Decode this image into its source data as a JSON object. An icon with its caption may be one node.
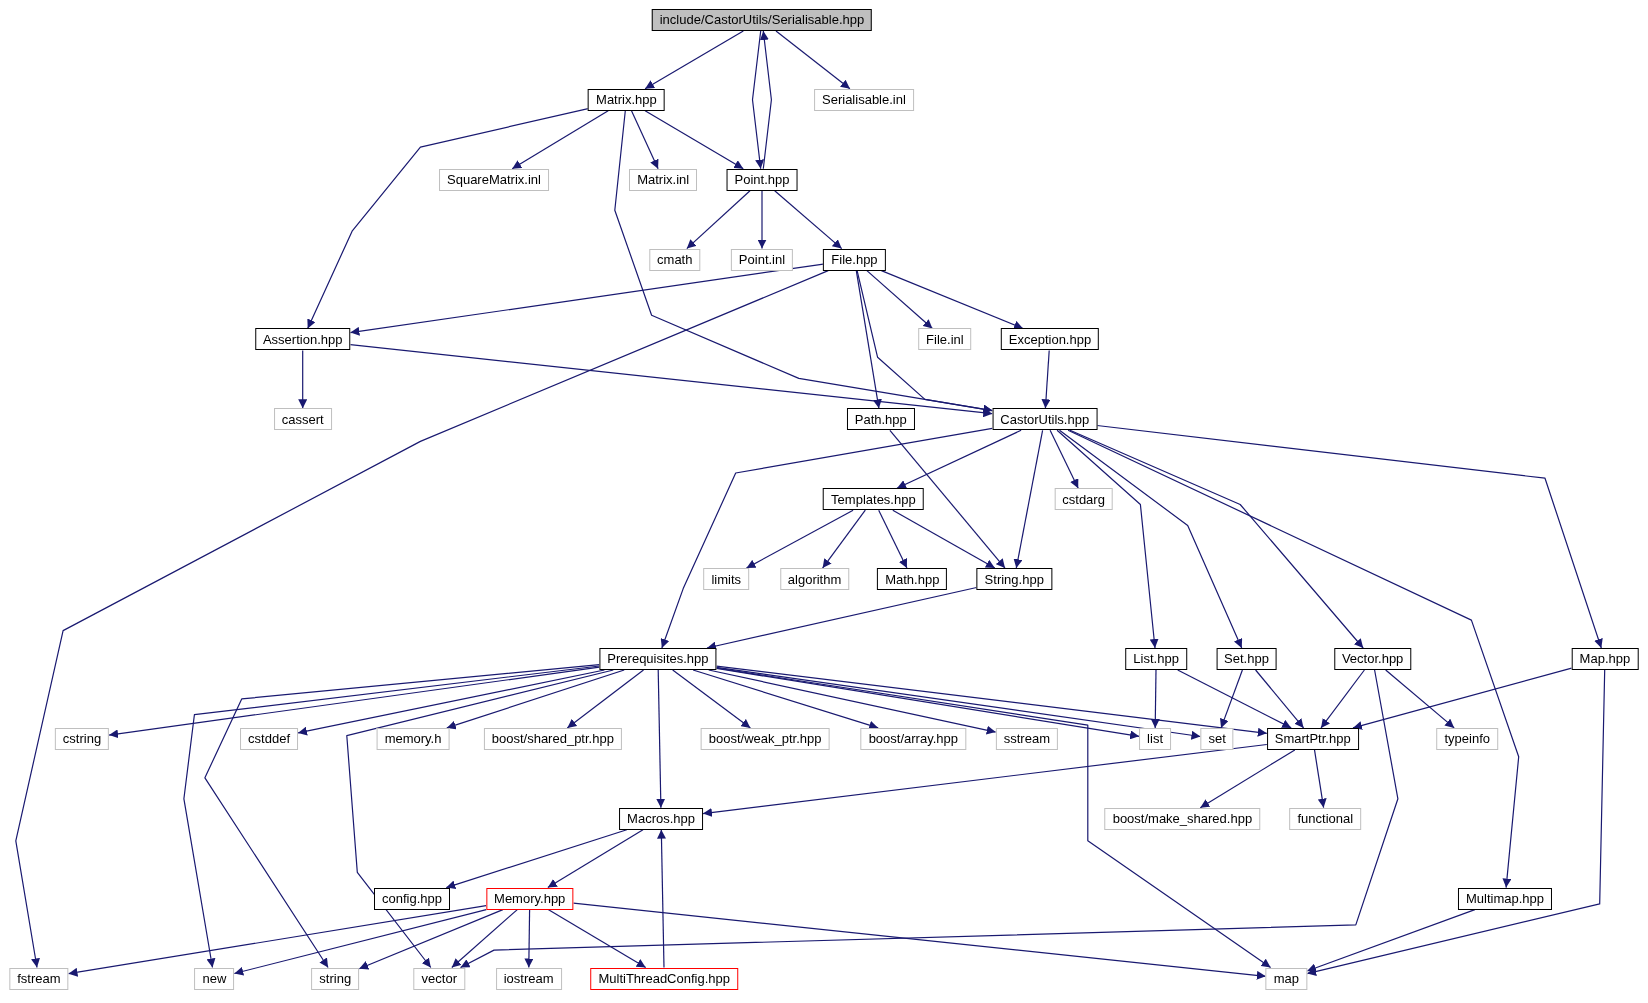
{
  "diagram": {
    "nodes": [
      {
        "text": [
          "include/CastorUtils/Serialisable.hpp"
        ]
      },
      {
        "text": [
          "Matrix.hpp"
        ]
      },
      {
        "text": [
          "Serialisable.inl"
        ]
      },
      {
        "text": [
          "SquareMatrix.inl"
        ]
      },
      {
        "text": [
          "Matrix.inl"
        ]
      },
      {
        "text": [
          "Point.hpp"
        ]
      },
      {
        "text": [
          "cmath"
        ]
      },
      {
        "text": [
          "Point.inl"
        ]
      },
      {
        "text": [
          "File.hpp"
        ]
      },
      {
        "text": [
          "Assertion.hpp"
        ]
      },
      {
        "text": [
          "File.inl"
        ]
      },
      {
        "text": [
          "Exception.hpp"
        ]
      },
      {
        "text": [
          "cassert"
        ]
      },
      {
        "text": [
          "Path.hpp"
        ]
      },
      {
        "text": [
          "CastorUtils.hpp"
        ]
      },
      {
        "text": [
          "Templates.hpp"
        ]
      },
      {
        "text": [
          "cstdarg"
        ]
      },
      {
        "text": [
          "limits"
        ]
      },
      {
        "text": [
          "algorithm"
        ]
      },
      {
        "text": [
          "Math.hpp"
        ]
      },
      {
        "text": [
          "String.hpp"
        ]
      },
      {
        "text": [
          "Prerequisites.hpp"
        ]
      },
      {
        "text": [
          "List.hpp"
        ]
      },
      {
        "text": [
          "Set.hpp"
        ]
      },
      {
        "text": [
          "Vector.hpp"
        ]
      },
      {
        "text": [
          "Map.hpp"
        ]
      },
      {
        "text": [
          "cstring"
        ]
      },
      {
        "text": [
          "cstddef"
        ]
      },
      {
        "text": [
          "memory.h"
        ]
      },
      {
        "text": [
          "boost/shared_ptr.hpp"
        ]
      },
      {
        "text": [
          "boost/weak_ptr.hpp"
        ]
      },
      {
        "text": [
          "boost/array.hpp"
        ]
      },
      {
        "text": [
          "sstream"
        ]
      },
      {
        "text": [
          "list"
        ]
      },
      {
        "text": [
          "set"
        ]
      },
      {
        "text": [
          "SmartPtr.hpp"
        ]
      },
      {
        "text": [
          "typeinfo"
        ]
      },
      {
        "text": [
          "Macros.hpp"
        ]
      },
      {
        "text": [
          "boost/make_shared.hpp"
        ]
      },
      {
        "text": [
          "functional"
        ]
      },
      {
        "text": [
          "config.hpp"
        ]
      },
      {
        "text": [
          "Memory.hpp"
        ]
      },
      {
        "text": [
          "Multimap.hpp"
        ]
      },
      {
        "text": [
          "fstream"
        ]
      },
      {
        "text": [
          "new"
        ]
      },
      {
        "text": [
          "string"
        ]
      },
      {
        "text": [
          "vector"
        ]
      },
      {
        "text": [
          "iostream"
        ]
      },
      {
        "text": [
          "MultiThreadConfig.hpp"
        ]
      },
      {
        "text": [
          "map"
        ]
      }
    ],
    "edges": [
      {
        "from": 0,
        "to": 1,
        "arrow": "to"
      },
      {
        "from": 0,
        "to": 5,
        "arrow": "to"
      },
      {
        "from": 0,
        "to": 2,
        "arrow": "to"
      },
      {
        "from": 5,
        "to": 0,
        "arrow": "to"
      },
      {
        "from": 1,
        "to": 3,
        "arrow": "to"
      },
      {
        "from": 1,
        "to": 4,
        "arrow": "to"
      },
      {
        "from": 1,
        "to": 5,
        "arrow": "to"
      },
      {
        "from": 1,
        "to": 9,
        "arrow": "to"
      },
      {
        "from": 1,
        "to": 14,
        "arrow": "to"
      },
      {
        "from": 5,
        "to": 6,
        "arrow": "to"
      },
      {
        "from": 5,
        "to": 7,
        "arrow": "to"
      },
      {
        "from": 5,
        "to": 8,
        "arrow": "to"
      },
      {
        "from": 8,
        "to": 9,
        "arrow": "to"
      },
      {
        "from": 8,
        "to": 43,
        "arrow": "to"
      },
      {
        "from": 8,
        "to": 13,
        "arrow": "to"
      },
      {
        "from": 8,
        "to": 14,
        "arrow": "to"
      },
      {
        "from": 8,
        "to": 10,
        "arrow": "to"
      },
      {
        "from": 8,
        "to": 11,
        "arrow": "to"
      },
      {
        "from": 9,
        "to": 12,
        "arrow": "to"
      },
      {
        "from": 9,
        "to": 14,
        "arrow": "to"
      },
      {
        "from": 11,
        "to": 14,
        "arrow": "to"
      },
      {
        "from": 13,
        "to": 20,
        "arrow": "to"
      },
      {
        "from": 14,
        "to": 21,
        "arrow": "to"
      },
      {
        "from": 14,
        "to": 15,
        "arrow": "to"
      },
      {
        "from": 14,
        "to": 20,
        "arrow": "to"
      },
      {
        "from": 14,
        "to": 16,
        "arrow": "to"
      },
      {
        "from": 14,
        "to": 22,
        "arrow": "to"
      },
      {
        "from": 14,
        "to": 23,
        "arrow": "to"
      },
      {
        "from": 14,
        "to": 24,
        "arrow": "to"
      },
      {
        "from": 14,
        "to": 42,
        "arrow": "to"
      },
      {
        "from": 14,
        "to": 25,
        "arrow": "to"
      },
      {
        "from": 15,
        "to": 17,
        "arrow": "to"
      },
      {
        "from": 15,
        "to": 18,
        "arrow": "to"
      },
      {
        "from": 15,
        "to": 19,
        "arrow": "to"
      },
      {
        "from": 15,
        "to": 20,
        "arrow": "to"
      },
      {
        "from": 20,
        "to": 21,
        "arrow": "to"
      },
      {
        "from": 21,
        "to": 26,
        "arrow": "to"
      },
      {
        "from": 21,
        "to": 27,
        "arrow": "to"
      },
      {
        "from": 21,
        "to": 28,
        "arrow": "to"
      },
      {
        "from": 21,
        "to": 29,
        "arrow": "to"
      },
      {
        "from": 21,
        "to": 30,
        "arrow": "to"
      },
      {
        "from": 21,
        "to": 31,
        "arrow": "to"
      },
      {
        "from": 21,
        "to": 32,
        "arrow": "to"
      },
      {
        "from": 21,
        "to": 33,
        "arrow": "to"
      },
      {
        "from": 21,
        "to": 34,
        "arrow": "to"
      },
      {
        "from": 21,
        "to": 35,
        "arrow": "to"
      },
      {
        "from": 21,
        "to": 37,
        "arrow": "to"
      },
      {
        "from": 21,
        "to": 44,
        "arrow": "to"
      },
      {
        "from": 21,
        "to": 45,
        "arrow": "to"
      },
      {
        "from": 21,
        "to": 46,
        "arrow": "to"
      },
      {
        "from": 21,
        "to": 49,
        "arrow": "to"
      },
      {
        "from": 22,
        "to": 33,
        "arrow": "to"
      },
      {
        "from": 22,
        "to": 35,
        "arrow": "to"
      },
      {
        "from": 23,
        "to": 34,
        "arrow": "to"
      },
      {
        "from": 23,
        "to": 35,
        "arrow": "to"
      },
      {
        "from": 24,
        "to": 35,
        "arrow": "to"
      },
      {
        "from": 24,
        "to": 36,
        "arrow": "to"
      },
      {
        "from": 24,
        "to": 46,
        "arrow": "to"
      },
      {
        "from": 25,
        "to": 35,
        "arrow": "to"
      },
      {
        "from": 25,
        "to": 49,
        "arrow": "to"
      },
      {
        "from": 35,
        "to": 37,
        "arrow": "to"
      },
      {
        "from": 35,
        "to": 38,
        "arrow": "to"
      },
      {
        "from": 35,
        "to": 39,
        "arrow": "to"
      },
      {
        "from": 37,
        "to": 40,
        "arrow": "to"
      },
      {
        "from": 37,
        "to": 41,
        "arrow": "to"
      },
      {
        "from": 41,
        "to": 43,
        "arrow": "to"
      },
      {
        "from": 41,
        "to": 44,
        "arrow": "to"
      },
      {
        "from": 41,
        "to": 45,
        "arrow": "to"
      },
      {
        "from": 41,
        "to": 46,
        "arrow": "to"
      },
      {
        "from": 41,
        "to": 47,
        "arrow": "to"
      },
      {
        "from": 41,
        "to": 48,
        "arrow": "to"
      },
      {
        "from": 41,
        "to": 49,
        "arrow": "to"
      },
      {
        "from": 48,
        "to": 37,
        "arrow": "to"
      },
      {
        "from": 42,
        "to": 49,
        "arrow": "to"
      }
    ]
  }
}
